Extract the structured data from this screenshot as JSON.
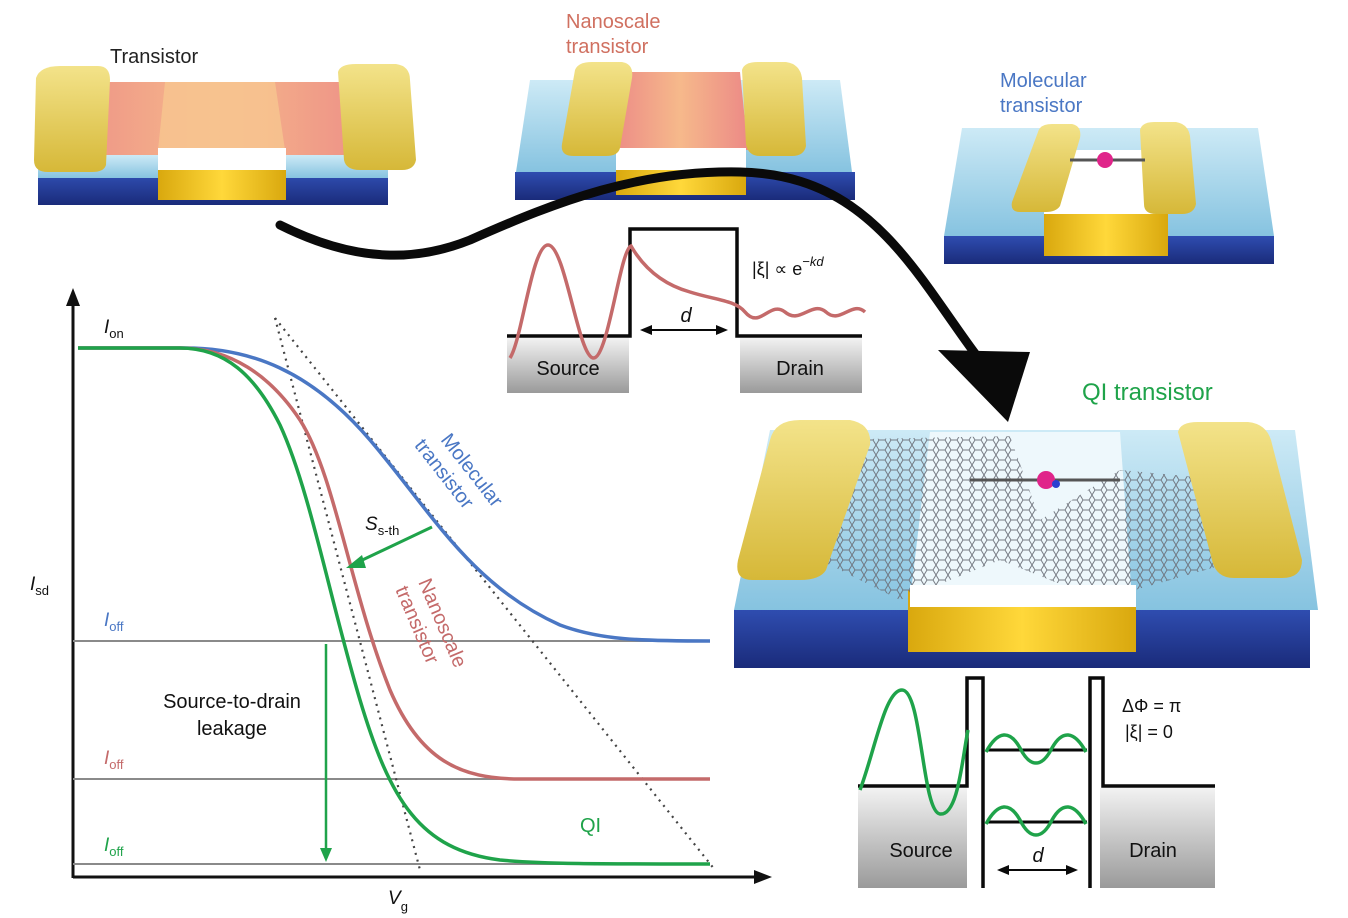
{
  "colors": {
    "molecular": "#4a77c4",
    "nanoscale": "#c46a6a",
    "qi": "#1fa34a",
    "gold": "#e8cf5a",
    "substrate": "#2a3f9a",
    "oxide": "#9fd2ea",
    "gate": "#f0c21c",
    "axis": "#111111"
  },
  "icons": {
    "transistor": "transistor-device-icon",
    "nanoscale": "nanoscale-device-icon",
    "molecular": "molecular-device-icon",
    "qi": "qi-device-icon",
    "arrow": "curved-arrow-icon"
  },
  "devices": {
    "transistor_label": "Transistor",
    "nanoscale_label_1": "Nanoscale",
    "nanoscale_label_2": "transistor",
    "molecular_label_1": "Molecular",
    "molecular_label_2": "transistor",
    "qi_label": "QI transistor"
  },
  "tunneling_diagram": {
    "source": "Source",
    "drain": "Drain",
    "d": "d",
    "decay_formula": "|ξ| ∝ e",
    "decay_exponent": "−kd"
  },
  "qi_diagram": {
    "source": "Source",
    "drain": "Drain",
    "d": "d",
    "phase": "ΔΦ = π",
    "xi": "|ξ| = 0"
  },
  "plot": {
    "y_axis_main": "I",
    "y_axis_sub": "sd",
    "x_axis_main": "V",
    "x_axis_sub": "g",
    "i_on_main": "I",
    "i_on_sub": "on",
    "i_off_main": "I",
    "i_off_sub": "off",
    "molecular_curve_1": "Molecular",
    "molecular_curve_2": "transistor",
    "nanoscale_curve_1": "Nanoscale",
    "nanoscale_curve_2": "transistor",
    "qi_curve": "QI",
    "slope_main": "S",
    "slope_sub": "s-th",
    "leakage_1": "Source-to-drain",
    "leakage_2": "leakage"
  }
}
